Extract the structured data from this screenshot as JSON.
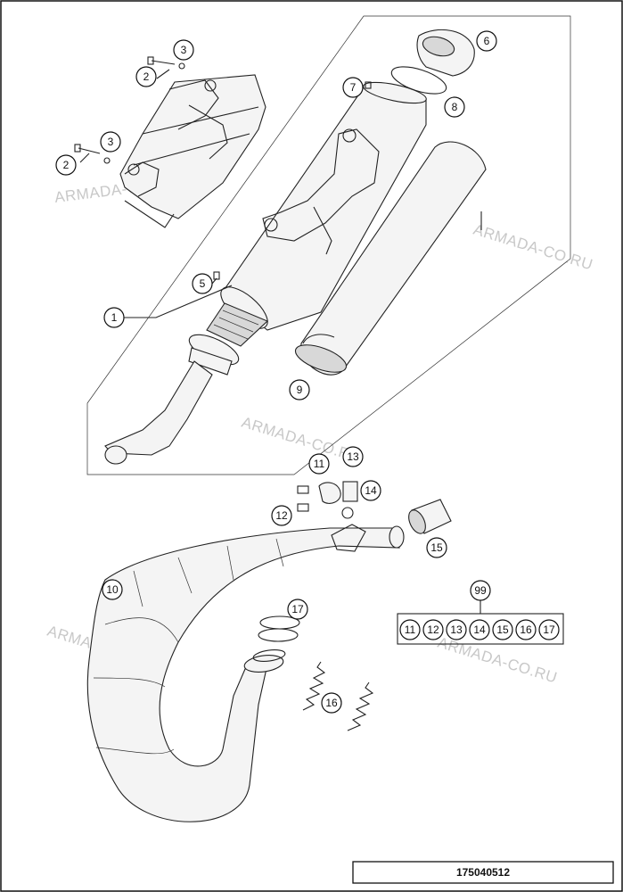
{
  "drawing_number": "175040512",
  "watermark": "ARMADA-CO.RU",
  "kit_reference": {
    "label": "99",
    "items": [
      "11",
      "12",
      "13",
      "14",
      "15",
      "16",
      "17"
    ]
  },
  "callout_labels": [
    "1",
    "2",
    "2",
    "3",
    "3",
    "5",
    "6",
    "7",
    "8",
    "9",
    "10",
    "11",
    "12",
    "13",
    "14",
    "15",
    "16",
    "17"
  ]
}
